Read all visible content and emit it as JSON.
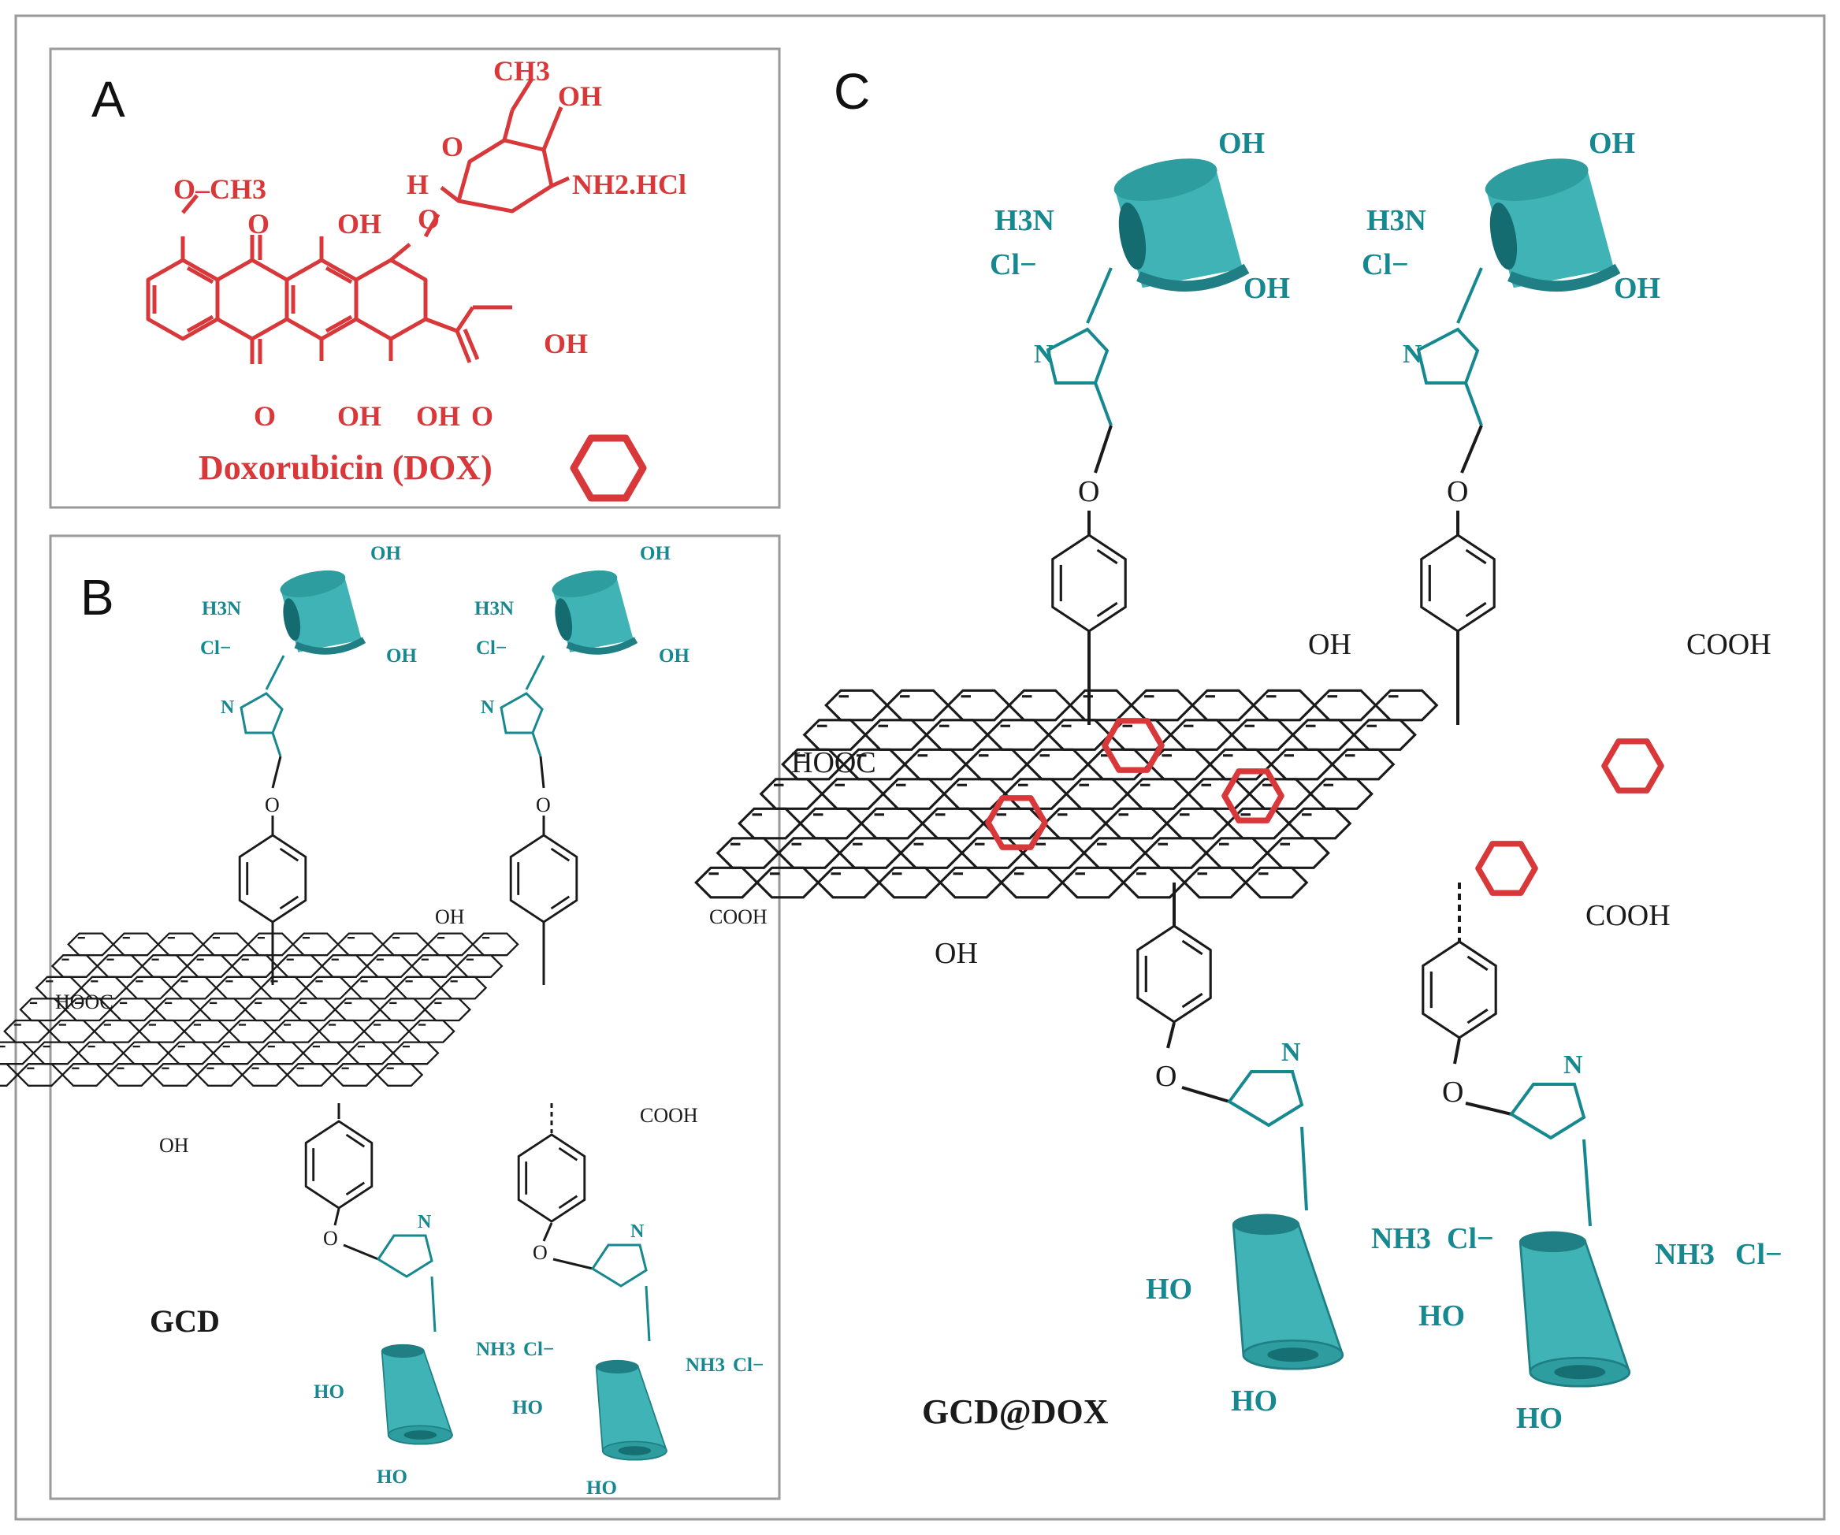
{
  "panels": {
    "A": {
      "letter": "A"
    },
    "B": {
      "letter": "B"
    },
    "C": {
      "letter": "C"
    }
  },
  "dox": {
    "title": "Doxorubicin (DOX)",
    "ch3_top": "CH3",
    "oh_sugar": "OH",
    "o_ring": "O",
    "h_anomeric": "H",
    "nh2hcl": "NH2.HCl",
    "och3": "O–CH3",
    "o_ketone_top": "O",
    "oh_top": "OH",
    "o_glyco": "O",
    "oh_side": "OH",
    "o_ketone_bottom": "O",
    "oh_bottom1": "OH",
    "oh_bottom2": "OH",
    "o_side": "O"
  },
  "gcd": {
    "caption": "GCD",
    "oh": "OH",
    "cooh": "COOH",
    "hooc": "HOOC",
    "h3n": "H3N",
    "nh3": "NH3",
    "cl": "Cl−",
    "n": "N",
    "o": "O",
    "ho": "HO"
  },
  "gcd_dox": {
    "caption": "GCD@DOX",
    "oh": "OH",
    "cooh": "COOH",
    "hooc": "HOOC",
    "h3n": "H3N",
    "nh3": "NH3",
    "cl": "Cl−",
    "n": "N",
    "o": "O",
    "ho": "HO"
  },
  "colors": {
    "dox_red": "#d8383a",
    "cd_teal": "#3fb3b5",
    "cd_dark": "#1f7f84",
    "label_teal": "#16888f",
    "frame": "#9a9a9a",
    "ink": "#1a1a1a"
  },
  "icons": [
    "hexagon-dox-icon",
    "cyclodextrin-icon",
    "graphene-sheet-icon",
    "triazole-icon",
    "benzene-ring-icon"
  ]
}
